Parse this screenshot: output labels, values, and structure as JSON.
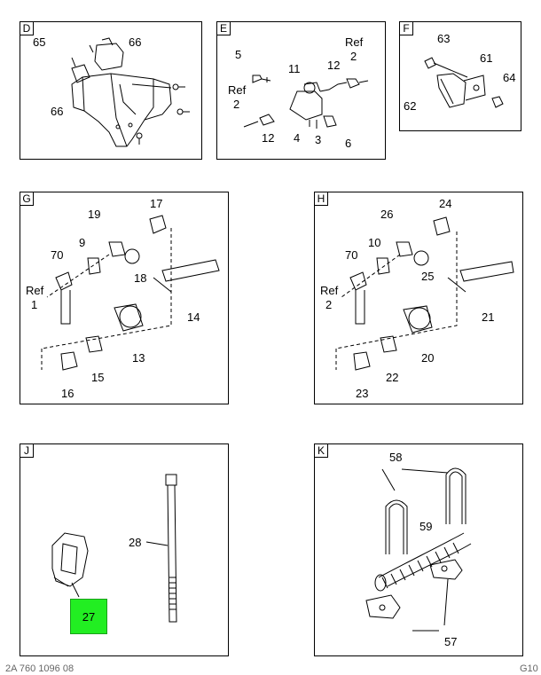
{
  "panels": {
    "D": {
      "letter": "D",
      "callouts": [
        "65",
        "66",
        "66"
      ]
    },
    "E": {
      "letter": "E",
      "callouts": [
        "5",
        "11",
        "12",
        "Ref",
        "2",
        "Ref",
        "2",
        "12",
        "4",
        "3",
        "6"
      ]
    },
    "F": {
      "letter": "F",
      "callouts": [
        "63",
        "61",
        "64",
        "62"
      ]
    },
    "G": {
      "letter": "G",
      "callouts": [
        "17",
        "19",
        "9",
        "70",
        "18",
        "Ref",
        "1",
        "14",
        "13",
        "15",
        "16"
      ]
    },
    "H": {
      "letter": "H",
      "callouts": [
        "24",
        "26",
        "10",
        "70",
        "25",
        "Ref",
        "2",
        "21",
        "20",
        "22",
        "23"
      ]
    },
    "J": {
      "letter": "J",
      "callouts": [
        "28",
        "27"
      ]
    },
    "K": {
      "letter": "K",
      "callouts": [
        "58",
        "59",
        "57"
      ]
    }
  },
  "highlight": {
    "label": "27",
    "color": "#22ee22"
  },
  "footer": {
    "left": "2A 760 1096 08",
    "right": "G10"
  }
}
